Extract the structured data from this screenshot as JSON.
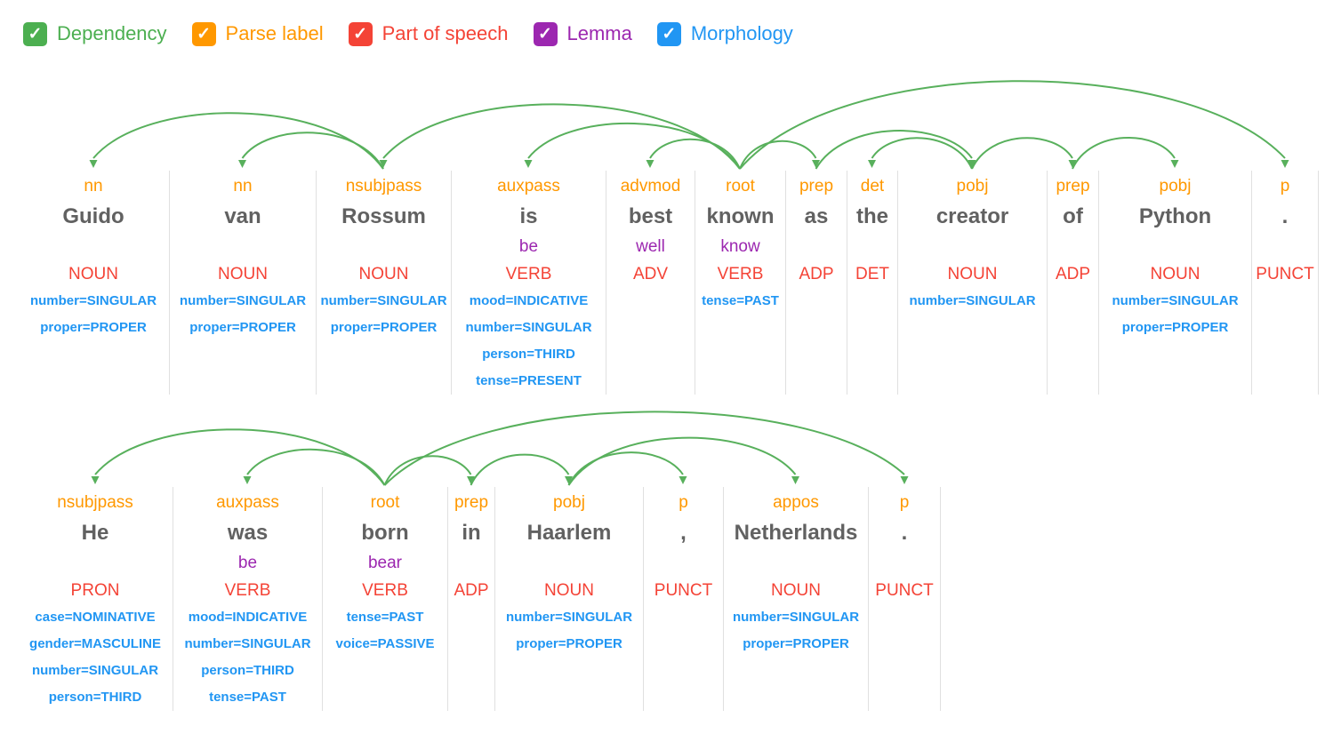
{
  "colors": {
    "dependency": "#4CAF50",
    "arc": "#58B05C",
    "parse_label": "#FF9800",
    "part_of_speech": "#F44336",
    "lemma": "#9C27B0",
    "morphology": "#2196F3",
    "word": "#616161",
    "divider": "#E0E0E0",
    "checkmark": "#FFFFFF"
  },
  "controls": {
    "items": [
      {
        "label": "Dependency",
        "color": "#4CAF50",
        "checked": true,
        "check_icon": "✓"
      },
      {
        "label": "Parse label",
        "color": "#FF9800",
        "checked": true,
        "check_icon": "✓"
      },
      {
        "label": "Part of speech",
        "color": "#F44336",
        "checked": true,
        "check_icon": "✓"
      },
      {
        "label": "Lemma",
        "color": "#9C27B0",
        "checked": true,
        "check_icon": "✓"
      },
      {
        "label": "Morphology",
        "color": "#2196F3",
        "checked": true,
        "check_icon": "✓"
      }
    ]
  },
  "sentences": [
    {
      "text": "Guido van Rossum is best known as the creator of Python .",
      "tokens": [
        {
          "label": "nn",
          "word": "Guido",
          "lemma": "",
          "pos": "NOUN",
          "morph": [
            "number=SINGULAR",
            "proper=PROPER"
          ]
        },
        {
          "label": "nn",
          "word": "van",
          "lemma": "",
          "pos": "NOUN",
          "morph": [
            "number=SINGULAR",
            "proper=PROPER"
          ]
        },
        {
          "label": "nsubjpass",
          "word": "Rossum",
          "lemma": "",
          "pos": "NOUN",
          "morph": [
            "number=SINGULAR",
            "proper=PROPER"
          ]
        },
        {
          "label": "auxpass",
          "word": "is",
          "lemma": "be",
          "pos": "VERB",
          "morph": [
            "mood=INDICATIVE",
            "number=SINGULAR",
            "person=THIRD",
            "tense=PRESENT"
          ]
        },
        {
          "label": "advmod",
          "word": "best",
          "lemma": "well",
          "pos": "ADV",
          "morph": []
        },
        {
          "label": "root",
          "word": "known",
          "lemma": "know",
          "pos": "VERB",
          "morph": [
            "tense=PAST"
          ]
        },
        {
          "label": "prep",
          "word": "as",
          "lemma": "",
          "pos": "ADP",
          "morph": []
        },
        {
          "label": "det",
          "word": "the",
          "lemma": "",
          "pos": "DET",
          "morph": []
        },
        {
          "label": "pobj",
          "word": "creator",
          "lemma": "",
          "pos": "NOUN",
          "morph": [
            "number=SINGULAR"
          ]
        },
        {
          "label": "prep",
          "word": "of",
          "lemma": "",
          "pos": "ADP",
          "morph": []
        },
        {
          "label": "pobj",
          "word": "Python",
          "lemma": "",
          "pos": "NOUN",
          "morph": [
            "number=SINGULAR",
            "proper=PROPER"
          ]
        },
        {
          "label": "p",
          "word": ".",
          "lemma": "",
          "pos": "PUNCT",
          "morph": []
        }
      ],
      "edges": [
        {
          "head": 5,
          "dep": 11
        },
        {
          "head": 5,
          "dep": 2
        },
        {
          "head": 2,
          "dep": 0
        },
        {
          "head": 2,
          "dep": 1
        },
        {
          "head": 5,
          "dep": 3
        },
        {
          "head": 5,
          "dep": 4
        },
        {
          "head": 5,
          "dep": 6
        },
        {
          "head": 6,
          "dep": 8
        },
        {
          "head": 8,
          "dep": 7
        },
        {
          "head": 8,
          "dep": 9
        },
        {
          "head": 9,
          "dep": 10
        }
      ]
    },
    {
      "text": "He was born in Haarlem , Netherlands .",
      "tokens": [
        {
          "label": "nsubjpass",
          "word": "He",
          "lemma": "",
          "pos": "PRON",
          "morph": [
            "case=NOMINATIVE",
            "gender=MASCULINE",
            "number=SINGULAR",
            "person=THIRD"
          ]
        },
        {
          "label": "auxpass",
          "word": "was",
          "lemma": "be",
          "pos": "VERB",
          "morph": [
            "mood=INDICATIVE",
            "number=SINGULAR",
            "person=THIRD",
            "tense=PAST"
          ]
        },
        {
          "label": "root",
          "word": "born",
          "lemma": "bear",
          "pos": "VERB",
          "morph": [
            "tense=PAST",
            "voice=PASSIVE"
          ]
        },
        {
          "label": "prep",
          "word": "in",
          "lemma": "",
          "pos": "ADP",
          "morph": []
        },
        {
          "label": "pobj",
          "word": "Haarlem",
          "lemma": "",
          "pos": "NOUN",
          "morph": [
            "number=SINGULAR",
            "proper=PROPER"
          ]
        },
        {
          "label": "p",
          "word": ",",
          "lemma": "",
          "pos": "PUNCT",
          "morph": []
        },
        {
          "label": "appos",
          "word": "Netherlands",
          "lemma": "",
          "pos": "NOUN",
          "morph": [
            "number=SINGULAR",
            "proper=PROPER"
          ]
        },
        {
          "label": "p",
          "word": ".",
          "lemma": "",
          "pos": "PUNCT",
          "morph": []
        }
      ],
      "edges": [
        {
          "head": 2,
          "dep": 7
        },
        {
          "head": 2,
          "dep": 0
        },
        {
          "head": 2,
          "dep": 1
        },
        {
          "head": 2,
          "dep": 3
        },
        {
          "head": 3,
          "dep": 4
        },
        {
          "head": 4,
          "dep": 5
        },
        {
          "head": 4,
          "dep": 6
        }
      ]
    }
  ]
}
